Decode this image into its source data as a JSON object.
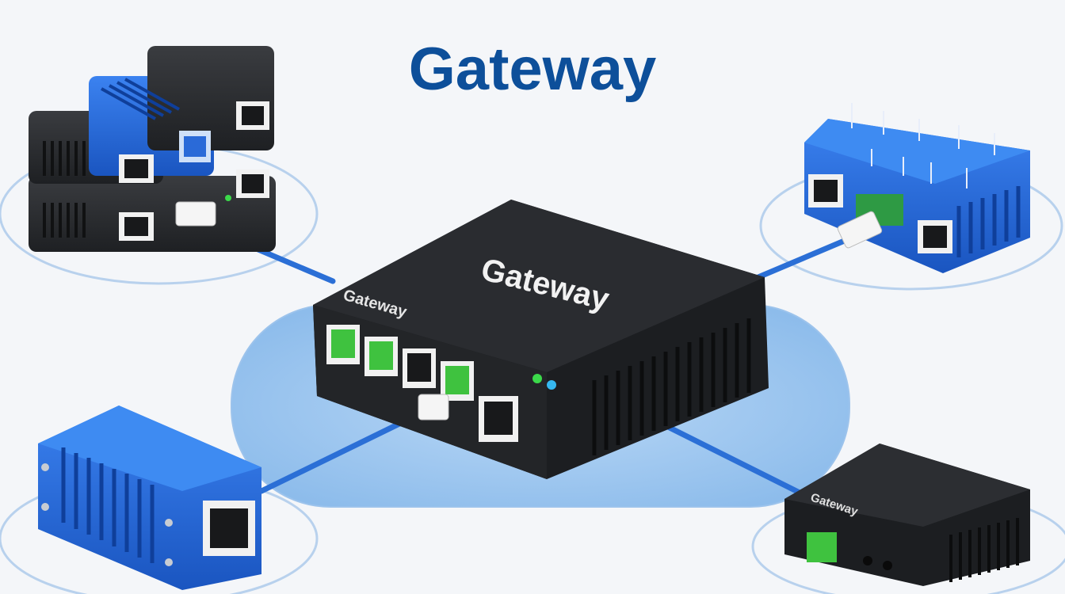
{
  "title": "Gateway",
  "labels": {
    "hub_top": "Gateway",
    "hub_side": "Gateway",
    "small_device": "Gateway"
  },
  "colors": {
    "title": "#0d4f9a",
    "device_dark": "#2b2d30",
    "device_blue": "#1f63d6",
    "cable": "#2b6fd6",
    "pad": "#a9cdf2",
    "port_green": "#3fc23f",
    "led_green": "#3bd94a",
    "led_blue": "#36b8f0"
  }
}
